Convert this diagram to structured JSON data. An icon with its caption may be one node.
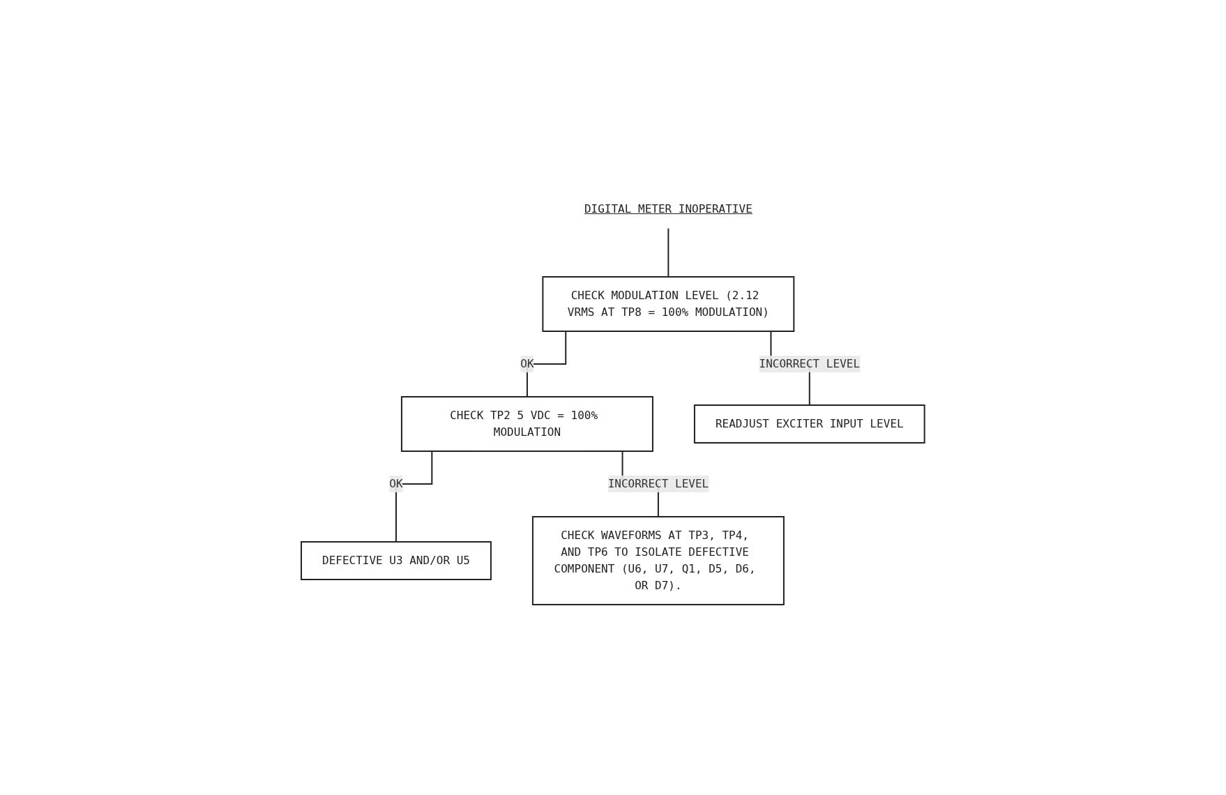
{
  "diagram": {
    "nodes": [
      {
        "text": [
          "DIGITAL METER INOPERATIVE"
        ]
      },
      {
        "text": [
          "CHECK MODULATION LEVEL (2.12 VRMS AT TP8 = 100% MODULATION)"
        ]
      },
      {
        "text": [
          "CHECK TP2 5 VDC = 100% MODULATION"
        ]
      },
      {
        "text": [
          "READJUST EXCITER INPUT LEVEL"
        ]
      },
      {
        "text": [
          "DEFECTIVE U3 AND/OR U5"
        ]
      },
      {
        "text": [
          "CHECK WAVEFORMS AT TP3, TP4, AND TP6 TO ISOLATE DEFECTIVE COMPONENT (U6, U7, Q1, D5, D6, OR D7)."
        ]
      }
    ],
    "edges": [
      {
        "from": 0,
        "to": 1,
        "arrow": "none"
      },
      {
        "from": 1,
        "to": 2,
        "label": "OK",
        "arrow": "none"
      },
      {
        "from": 1,
        "to": 3,
        "label": "INCORRECT LEVEL",
        "arrow": "none"
      },
      {
        "from": 2,
        "to": 4,
        "label": "OK",
        "arrow": "none"
      },
      {
        "from": 2,
        "to": 5,
        "label": "INCORRECT LEVEL",
        "arrow": "none"
      }
    ]
  }
}
